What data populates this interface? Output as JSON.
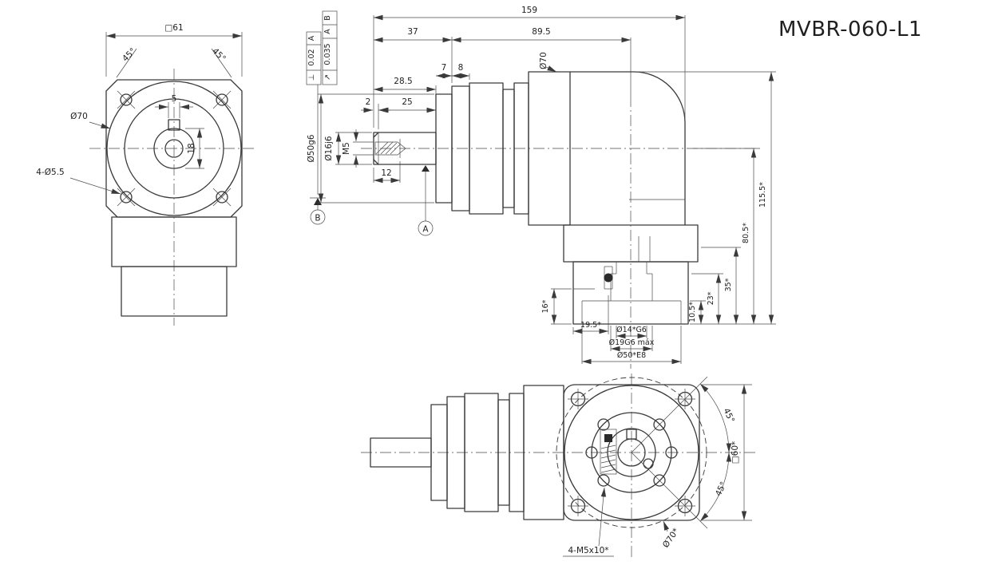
{
  "title": {
    "text": "MVBR-060-L1",
    "color": "#9a4a3a"
  },
  "front_view": {
    "square_dim": "□61",
    "chamfer_left": "45°",
    "chamfer_right": "45°",
    "flange_dia": "Ø70",
    "corner_holes": "4-Ø5.5",
    "key_width": "5",
    "bore_height": "18"
  },
  "tolerance_frames": {
    "perpendicularity": {
      "symbol": "⊥",
      "value": "0.02",
      "datum": "A"
    },
    "runout": {
      "symbol": "↗",
      "value": "0.035",
      "datum1": "A",
      "datum2": "B"
    }
  },
  "datums": {
    "a": "A",
    "b": "B"
  },
  "side_view": {
    "overall_length": "159",
    "front_length": "37",
    "center_length": "89.5",
    "body_dia": "Ø70",
    "shaft_length": "28.5",
    "step7": "7",
    "step8": "8",
    "chamfer": "2",
    "thread_length": "25",
    "thread_depth": "12",
    "pilot_dia": "Ø50g6",
    "shaft_dia": "Ø16j6",
    "tap": "M5",
    "height_total": "115.5*",
    "height_axis": "80.5*",
    "height_35": "35*",
    "height_23": "23*",
    "height_16": "16*",
    "height_10_5": "10.5*",
    "offset_19_5": "19.5*",
    "bore_14": "Ø14*G6",
    "bore_19": "Ø19G6 máx",
    "bore_50": "Ø50*E8"
  },
  "bottom_view": {
    "mount_holes": "4-M5x10*",
    "bolt_circle_dia": "Ø70*",
    "square_dim": "□60*",
    "angle_top": "45°",
    "angle_bottom": "45°"
  }
}
